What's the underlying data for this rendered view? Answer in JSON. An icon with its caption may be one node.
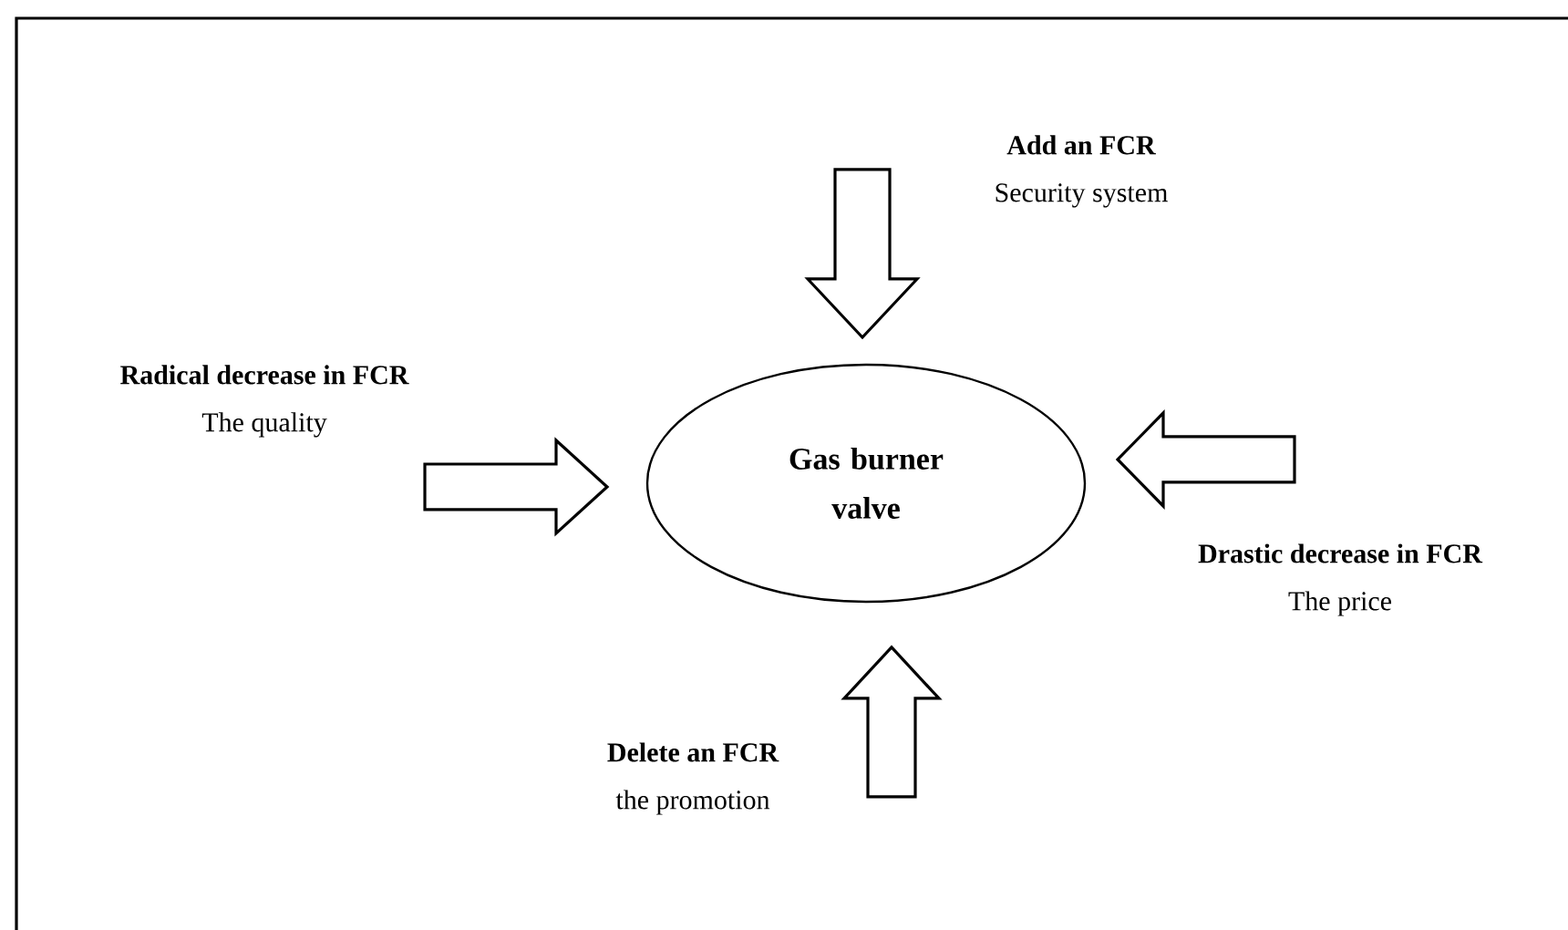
{
  "diagram": {
    "nodes": [
      {
        "text": [
          "Add an FCR",
          "Security system"
        ]
      },
      {
        "text": [
          "Radical decrease in FCR",
          "The quality"
        ]
      },
      {
        "text": [
          "Gas burner valve"
        ]
      },
      {
        "text": [
          "Drastic decrease in FCR",
          "The price"
        ]
      },
      {
        "text": [
          "Delete an FCR",
          "the promotion"
        ]
      }
    ],
    "edges": [
      {
        "from": 0,
        "to": 2,
        "arrow": "to"
      },
      {
        "from": 1,
        "to": 2,
        "arrow": "to"
      },
      {
        "from": 3,
        "to": 2,
        "arrow": "to"
      },
      {
        "from": 4,
        "to": 2,
        "arrow": "to"
      }
    ]
  }
}
